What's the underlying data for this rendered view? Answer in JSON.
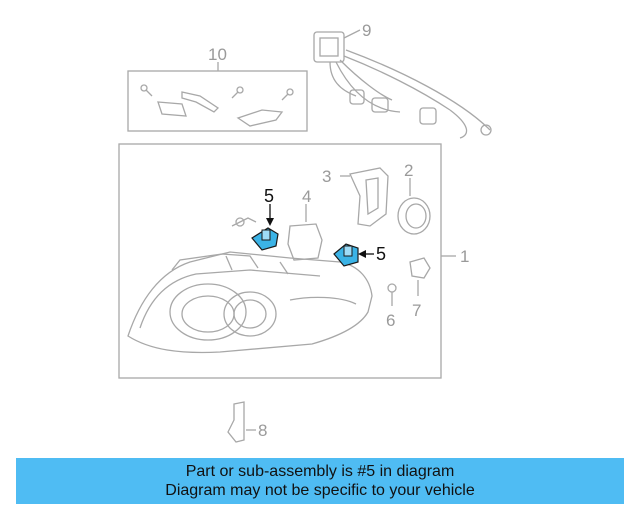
{
  "diagram": {
    "callouts": {
      "c1": "1",
      "c2": "2",
      "c3": "3",
      "c4": "4",
      "c5a": "5",
      "c5b": "5",
      "c6": "6",
      "c7": "7",
      "c8": "8",
      "c9": "9",
      "c10": "10"
    },
    "highlight_color": "#3bb3e6"
  },
  "banner": {
    "line1": "Part or sub-assembly is #5 in diagram",
    "line2": "Diagram may not be specific to your vehicle"
  }
}
